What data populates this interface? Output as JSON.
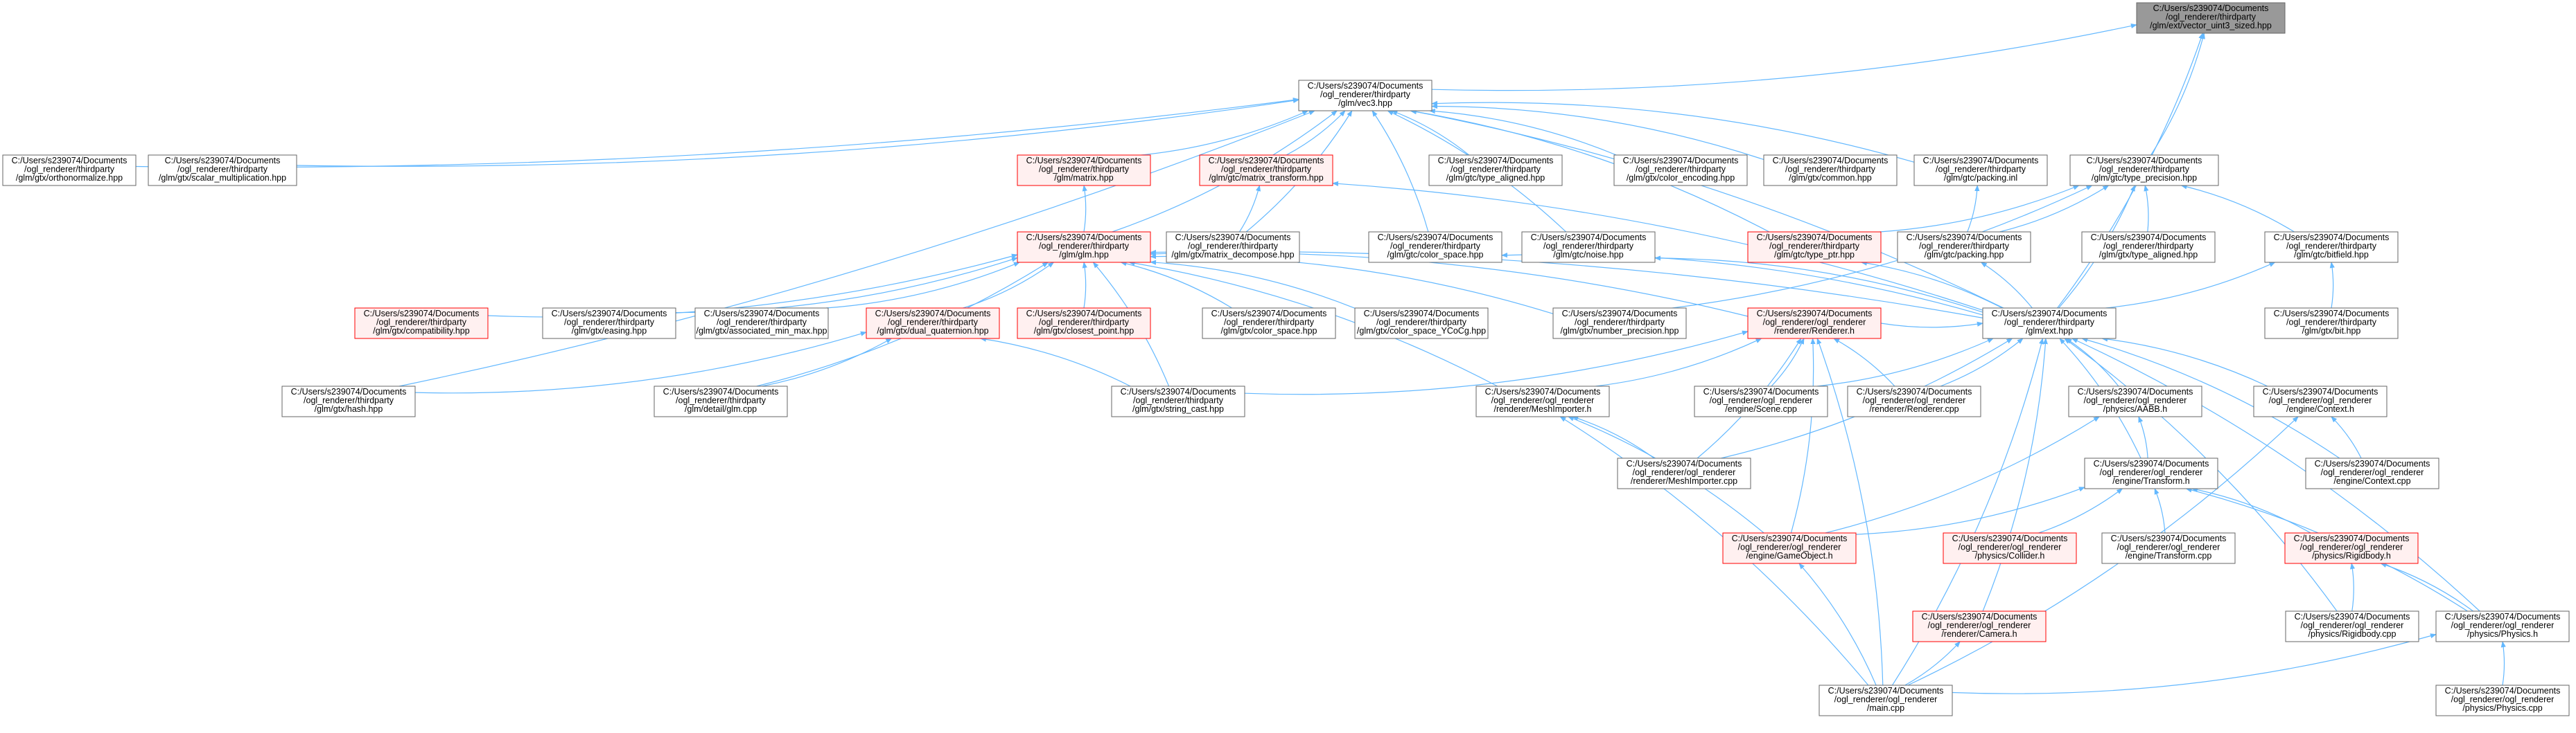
{
  "colors": {
    "edge": "#63b8ff",
    "node_border": "#666666",
    "node_fill": "#ffffff",
    "root_fill": "#999999",
    "root_border": "#666666",
    "missing_border": "#ff0000",
    "missing_fill": "#fff0f0",
    "text": "#000000"
  },
  "nodes": [
    {
      "id": "vector_uint3_sized",
      "style": "root",
      "lines": [
        "C:/Users/s239074/Documents",
        "/ogl_renderer/thirdparty",
        "/glm/ext/vector_uint3_sized.hpp"
      ]
    },
    {
      "id": "vec3",
      "style": "normal",
      "lines": [
        "C:/Users/s239074/Documents",
        "/ogl_renderer/thirdparty",
        "/glm/vec3.hpp"
      ]
    },
    {
      "id": "orthonormalize",
      "style": "normal",
      "lines": [
        "C:/Users/s239074/Documents",
        "/ogl_renderer/thirdparty",
        "/glm/gtx/orthonormalize.hpp"
      ]
    },
    {
      "id": "scalar_multiplication",
      "style": "normal",
      "lines": [
        "C:/Users/s239074/Documents",
        "/ogl_renderer/thirdparty",
        "/glm/gtx/scalar_multiplication.hpp"
      ]
    },
    {
      "id": "matrix",
      "style": "missing",
      "lines": [
        "C:/Users/s239074/Documents",
        "/ogl_renderer/thirdparty",
        "/glm/matrix.hpp"
      ]
    },
    {
      "id": "matrix_transform",
      "style": "missing",
      "lines": [
        "C:/Users/s239074/Documents",
        "/ogl_renderer/thirdparty",
        "/glm/gtc/matrix_transform.hpp"
      ]
    },
    {
      "id": "gtx_type_aligned",
      "style": "normal",
      "lines": [
        "C:/Users/s239074/Documents",
        "/ogl_renderer/thirdparty",
        "/glm/gtc/type_aligned.hpp"
      ]
    },
    {
      "id": "color_encoding",
      "style": "normal",
      "lines": [
        "C:/Users/s239074/Documents",
        "/ogl_renderer/thirdparty",
        "/glm/gtx/color_encoding.hpp"
      ]
    },
    {
      "id": "gtx_common",
      "style": "normal",
      "lines": [
        "C:/Users/s239074/Documents",
        "/ogl_renderer/thirdparty",
        "/glm/gtx/common.hpp"
      ]
    },
    {
      "id": "packing_inl",
      "style": "normal",
      "lines": [
        "C:/Users/s239074/Documents",
        "/ogl_renderer/thirdparty",
        "/glm/gtc/packing.inl"
      ]
    },
    {
      "id": "type_precision",
      "style": "normal",
      "lines": [
        "C:/Users/s239074/Documents",
        "/ogl_renderer/thirdparty",
        "/glm/gtc/type_precision.hpp"
      ]
    },
    {
      "id": "glm_hpp",
      "style": "missing",
      "lines": [
        "C:/Users/s239074/Documents",
        "/ogl_renderer/thirdparty",
        "/glm/glm.hpp"
      ]
    },
    {
      "id": "matrix_decompose",
      "style": "normal",
      "lines": [
        "C:/Users/s239074/Documents",
        "/ogl_renderer/thirdparty",
        "/glm/gtx/matrix_decompose.hpp"
      ]
    },
    {
      "id": "color_space_gtc",
      "style": "normal",
      "lines": [
        "C:/Users/s239074/Documents",
        "/ogl_renderer/thirdparty",
        "/glm/gtc/color_space.hpp"
      ]
    },
    {
      "id": "noise",
      "style": "normal",
      "lines": [
        "C:/Users/s239074/Documents",
        "/ogl_renderer/thirdparty",
        "/glm/gtc/noise.hpp"
      ]
    },
    {
      "id": "type_ptr",
      "style": "missing",
      "lines": [
        "C:/Users/s239074/Documents",
        "/ogl_renderer/thirdparty",
        "/glm/gtc/type_ptr.hpp"
      ]
    },
    {
      "id": "packing_hpp",
      "style": "normal",
      "lines": [
        "C:/Users/s239074/Documents",
        "/ogl_renderer/thirdparty",
        "/glm/gtc/packing.hpp"
      ]
    },
    {
      "id": "gtx_type_aligned2",
      "style": "normal",
      "lines": [
        "C:/Users/s239074/Documents",
        "/ogl_renderer/thirdparty",
        "/glm/gtx/type_aligned.hpp"
      ]
    },
    {
      "id": "bitfield",
      "style": "normal",
      "lines": [
        "C:/Users/s239074/Documents",
        "/ogl_renderer/thirdparty",
        "/glm/gtc/bitfield.hpp"
      ]
    },
    {
      "id": "compatibility",
      "style": "missing",
      "lines": [
        "C:/Users/s239074/Documents",
        "/ogl_renderer/thirdparty",
        "/glm/gtx/compatibility.hpp"
      ]
    },
    {
      "id": "easing",
      "style": "normal",
      "lines": [
        "C:/Users/s239074/Documents",
        "/ogl_renderer/thirdparty",
        "/glm/gtx/easing.hpp"
      ]
    },
    {
      "id": "associated_min_max",
      "style": "normal",
      "lines": [
        "C:/Users/s239074/Documents",
        "/ogl_renderer/thirdparty",
        "/glm/gtx/associated_min_max.hpp"
      ]
    },
    {
      "id": "dual_quaternion",
      "style": "missing",
      "lines": [
        "C:/Users/s239074/Documents",
        "/ogl_renderer/thirdparty",
        "/glm/gtx/dual_quaternion.hpp"
      ]
    },
    {
      "id": "closest_point",
      "style": "missing",
      "lines": [
        "C:/Users/s239074/Documents",
        "/ogl_renderer/thirdparty",
        "/glm/gtx/closest_point.hpp"
      ]
    },
    {
      "id": "color_space_gtx",
      "style": "normal",
      "lines": [
        "C:/Users/s239074/Documents",
        "/ogl_renderer/thirdparty",
        "/glm/gtx/color_space.hpp"
      ]
    },
    {
      "id": "color_space_YCoCg",
      "style": "normal",
      "lines": [
        "C:/Users/s239074/Documents",
        "/ogl_renderer/thirdparty",
        "/glm/gtx/color_space_YCoCg.hpp"
      ]
    },
    {
      "id": "number_precision",
      "style": "normal",
      "lines": [
        "C:/Users/s239074/Documents",
        "/ogl_renderer/thirdparty",
        "/glm/gtx/number_precision.hpp"
      ]
    },
    {
      "id": "renderer_h",
      "style": "missing",
      "lines": [
        "C:/Users/s239074/Documents",
        "/ogl_renderer/ogl_renderer",
        "/renderer/Renderer.h"
      ]
    },
    {
      "id": "ext_hpp",
      "style": "normal",
      "lines": [
        "C:/Users/s239074/Documents",
        "/ogl_renderer/thirdparty",
        "/glm/ext.hpp"
      ]
    },
    {
      "id": "gtx_bit",
      "style": "normal",
      "lines": [
        "C:/Users/s239074/Documents",
        "/ogl_renderer/thirdparty",
        "/glm/gtx/bit.hpp"
      ]
    },
    {
      "id": "hash",
      "style": "normal",
      "lines": [
        "C:/Users/s239074/Documents",
        "/ogl_renderer/thirdparty",
        "/glm/gtx/hash.hpp"
      ]
    },
    {
      "id": "glm_cpp",
      "style": "normal",
      "lines": [
        "C:/Users/s239074/Documents",
        "/ogl_renderer/thirdparty",
        "/glm/detail/glm.cpp"
      ]
    },
    {
      "id": "string_cast",
      "style": "normal",
      "lines": [
        "C:/Users/s239074/Documents",
        "/ogl_renderer/thirdparty",
        "/glm/gtx/string_cast.hpp"
      ]
    },
    {
      "id": "meshimporter_h",
      "style": "normal",
      "lines": [
        "C:/Users/s239074/Documents",
        "/ogl_renderer/ogl_renderer",
        "/renderer/MeshImporter.h"
      ]
    },
    {
      "id": "scene_cpp",
      "style": "normal",
      "lines": [
        "C:/Users/s239074/Documents",
        "/ogl_renderer/ogl_renderer",
        "/engine/Scene.cpp"
      ]
    },
    {
      "id": "renderer_cpp",
      "style": "normal",
      "lines": [
        "C:/Users/s239074/Documents",
        "/ogl_renderer/ogl_renderer",
        "/renderer/Renderer.cpp"
      ]
    },
    {
      "id": "aabb",
      "style": "normal",
      "lines": [
        "C:/Users/s239074/Documents",
        "/ogl_renderer/ogl_renderer",
        "/physics/AABB.h"
      ]
    },
    {
      "id": "context_h",
      "style": "normal",
      "lines": [
        "C:/Users/s239074/Documents",
        "/ogl_renderer/ogl_renderer",
        "/engine/Context.h"
      ]
    },
    {
      "id": "meshimporter_cpp",
      "style": "normal",
      "lines": [
        "C:/Users/s239074/Documents",
        "/ogl_renderer/ogl_renderer",
        "/renderer/MeshImporter.cpp"
      ]
    },
    {
      "id": "transform_h",
      "style": "normal",
      "lines": [
        "C:/Users/s239074/Documents",
        "/ogl_renderer/ogl_renderer",
        "/engine/Transform.h"
      ]
    },
    {
      "id": "context_cpp",
      "style": "normal",
      "lines": [
        "C:/Users/s239074/Documents",
        "/ogl_renderer/ogl_renderer",
        "/engine/Context.cpp"
      ]
    },
    {
      "id": "gameobject",
      "style": "missing",
      "lines": [
        "C:/Users/s239074/Documents",
        "/ogl_renderer/ogl_renderer",
        "/engine/GameObject.h"
      ]
    },
    {
      "id": "collider",
      "style": "missing",
      "lines": [
        "C:/Users/s239074/Documents",
        "/ogl_renderer/ogl_renderer",
        "/physics/Collider.h"
      ]
    },
    {
      "id": "transform_cpp",
      "style": "normal",
      "lines": [
        "C:/Users/s239074/Documents",
        "/ogl_renderer/ogl_renderer",
        "/engine/Transform.cpp"
      ]
    },
    {
      "id": "rigidbody_h",
      "style": "missing",
      "lines": [
        "C:/Users/s239074/Documents",
        "/ogl_renderer/ogl_renderer",
        "/physics/Rigidbody.h"
      ]
    },
    {
      "id": "camera",
      "style": "missing",
      "lines": [
        "C:/Users/s239074/Documents",
        "/ogl_renderer/ogl_renderer",
        "/renderer/Camera.h"
      ]
    },
    {
      "id": "rigidbody_cpp",
      "style": "normal",
      "lines": [
        "C:/Users/s239074/Documents",
        "/ogl_renderer/ogl_renderer",
        "/physics/Rigidbody.cpp"
      ]
    },
    {
      "id": "physics_h",
      "style": "normal",
      "lines": [
        "C:/Users/s239074/Documents",
        "/ogl_renderer/ogl_renderer",
        "/physics/Physics.h"
      ]
    },
    {
      "id": "main_cpp",
      "style": "normal",
      "lines": [
        "C:/Users/s239074/Documents",
        "/ogl_renderer/ogl_renderer",
        "/main.cpp"
      ]
    },
    {
      "id": "physics_cpp",
      "style": "normal",
      "lines": [
        "C:/Users/s239074/Documents",
        "/ogl_renderer/ogl_renderer",
        "/physics/Physics.cpp"
      ]
    }
  ],
  "edges": [
    [
      "vec3",
      "vector_uint3_sized"
    ],
    [
      "type_precision",
      "vector_uint3_sized"
    ],
    [
      "ext_hpp",
      "vector_uint3_sized"
    ],
    [
      "orthonormalize",
      "vec3"
    ],
    [
      "scalar_multiplication",
      "vec3"
    ],
    [
      "matrix",
      "vec3"
    ],
    [
      "matrix_transform",
      "vec3"
    ],
    [
      "gtx_type_aligned",
      "vec3"
    ],
    [
      "color_encoding",
      "vec3"
    ],
    [
      "gtx_common",
      "vec3"
    ],
    [
      "packing_inl",
      "vec3"
    ],
    [
      "glm_hpp",
      "vec3"
    ],
    [
      "matrix_decompose",
      "vec3"
    ],
    [
      "color_space_gtc",
      "vec3"
    ],
    [
      "noise",
      "vec3"
    ],
    [
      "type_ptr",
      "vec3"
    ],
    [
      "hash",
      "vec3"
    ],
    [
      "ext_hpp",
      "vec3"
    ],
    [
      "glm_hpp",
      "matrix"
    ],
    [
      "matrix_decompose",
      "matrix_transform"
    ],
    [
      "ext_hpp",
      "matrix_transform"
    ],
    [
      "packing_hpp",
      "packing_inl"
    ],
    [
      "packing_hpp",
      "type_precision"
    ],
    [
      "gtx_type_aligned2",
      "type_precision"
    ],
    [
      "bitfield",
      "type_precision"
    ],
    [
      "ext_hpp",
      "type_precision"
    ],
    [
      "number_precision",
      "type_precision"
    ],
    [
      "type_ptr",
      "type_precision"
    ],
    [
      "compatibility",
      "glm_hpp"
    ],
    [
      "easing",
      "glm_hpp"
    ],
    [
      "associated_min_max",
      "glm_hpp"
    ],
    [
      "dual_quaternion",
      "glm_hpp"
    ],
    [
      "closest_point",
      "glm_hpp"
    ],
    [
      "color_space_gtx",
      "glm_hpp"
    ],
    [
      "color_space_YCoCg",
      "glm_hpp"
    ],
    [
      "number_precision",
      "glm_hpp"
    ],
    [
      "renderer_h",
      "glm_hpp"
    ],
    [
      "ext_hpp",
      "glm_hpp"
    ],
    [
      "glm_cpp",
      "glm_hpp"
    ],
    [
      "string_cast",
      "glm_hpp"
    ],
    [
      "meshimporter_h",
      "glm_hpp"
    ],
    [
      "ext_hpp",
      "color_space_gtc"
    ],
    [
      "ext_hpp",
      "noise"
    ],
    [
      "ext_hpp",
      "type_ptr"
    ],
    [
      "ext_hpp",
      "packing_hpp"
    ],
    [
      "ext_hpp",
      "bitfield"
    ],
    [
      "gtx_bit",
      "bitfield"
    ],
    [
      "hash",
      "dual_quaternion"
    ],
    [
      "glm_cpp",
      "dual_quaternion"
    ],
    [
      "string_cast",
      "dual_quaternion"
    ],
    [
      "string_cast",
      "renderer_h"
    ],
    [
      "meshimporter_h",
      "renderer_h"
    ],
    [
      "scene_cpp",
      "renderer_h"
    ],
    [
      "renderer_cpp",
      "renderer_h"
    ],
    [
      "gameobject",
      "renderer_h"
    ],
    [
      "main_cpp",
      "renderer_h"
    ],
    [
      "meshimporter_cpp",
      "renderer_h"
    ],
    [
      "renderer_h",
      "ext_hpp"
    ],
    [
      "scene_cpp",
      "ext_hpp"
    ],
    [
      "renderer_cpp",
      "ext_hpp"
    ],
    [
      "aabb",
      "ext_hpp"
    ],
    [
      "context_h",
      "ext_hpp"
    ],
    [
      "meshimporter_cpp",
      "ext_hpp"
    ],
    [
      "transform_h",
      "ext_hpp"
    ],
    [
      "context_cpp",
      "ext_hpp"
    ],
    [
      "camera",
      "ext_hpp"
    ],
    [
      "physics_h",
      "ext_hpp"
    ],
    [
      "rigidbody_cpp",
      "ext_hpp"
    ],
    [
      "main_cpp",
      "ext_hpp"
    ],
    [
      "meshimporter_cpp",
      "meshimporter_h"
    ],
    [
      "gameobject",
      "meshimporter_h"
    ],
    [
      "main_cpp",
      "meshimporter_h"
    ],
    [
      "transform_h",
      "aabb"
    ],
    [
      "gameobject",
      "aabb"
    ],
    [
      "context_cpp",
      "context_h"
    ],
    [
      "main_cpp",
      "context_h"
    ],
    [
      "gameobject",
      "transform_h"
    ],
    [
      "collider",
      "transform_h"
    ],
    [
      "transform_cpp",
      "transform_h"
    ],
    [
      "rigidbody_h",
      "transform_h"
    ],
    [
      "physics_h",
      "transform_h"
    ],
    [
      "main_cpp",
      "gameobject"
    ],
    [
      "main_cpp",
      "camera"
    ],
    [
      "rigidbody_cpp",
      "rigidbody_h"
    ],
    [
      "physics_h",
      "rigidbody_h"
    ],
    [
      "main_cpp",
      "physics_h"
    ],
    [
      "physics_cpp",
      "physics_h"
    ]
  ]
}
